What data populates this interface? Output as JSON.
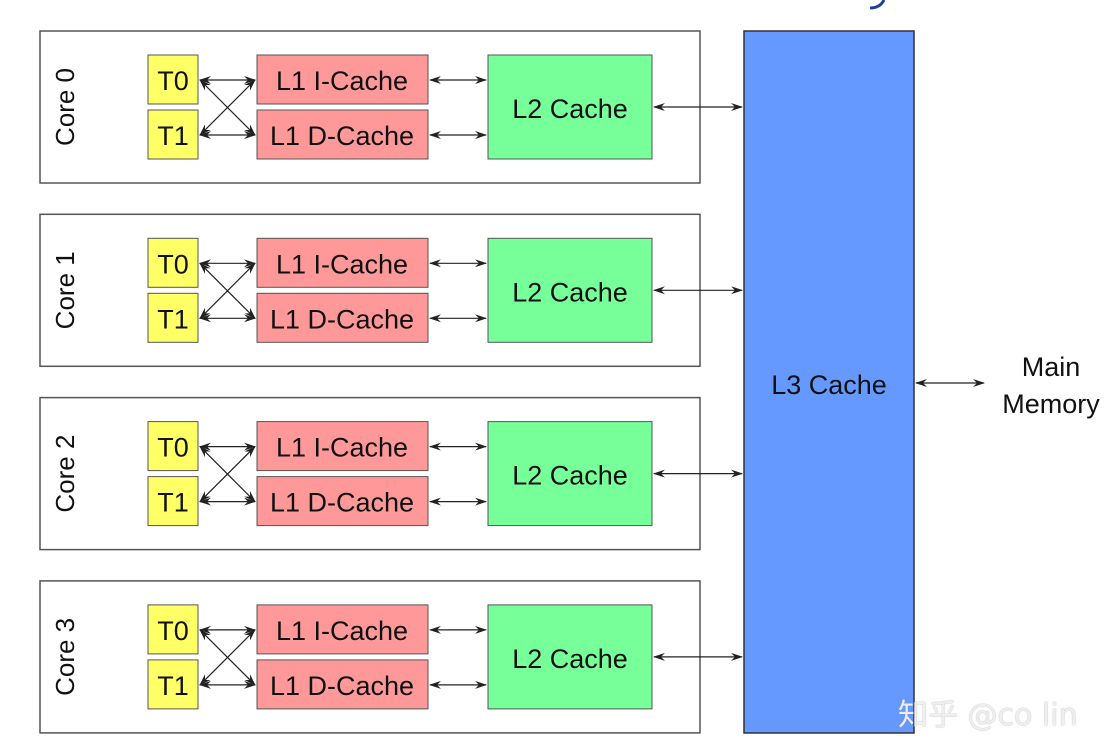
{
  "diagram": {
    "cores": [
      {
        "label": "Core 0",
        "threads": [
          "T0",
          "T1"
        ],
        "l1i": "L1 I-Cache",
        "l1d": "L1 D-Cache",
        "l2": "L2 Cache"
      },
      {
        "label": "Core 1",
        "threads": [
          "T0",
          "T1"
        ],
        "l1i": "L1 I-Cache",
        "l1d": "L1 D-Cache",
        "l2": "L2 Cache"
      },
      {
        "label": "Core 2",
        "threads": [
          "T0",
          "T1"
        ],
        "l1i": "L1 I-Cache",
        "l1d": "L1 D-Cache",
        "l2": "L2 Cache"
      },
      {
        "label": "Core 3",
        "threads": [
          "T0",
          "T1"
        ],
        "l1i": "L1 I-Cache",
        "l1d": "L1 D-Cache",
        "l2": "L2 Cache"
      }
    ],
    "l3": "L3 Cache",
    "main_memory": [
      "Main",
      "Memory"
    ],
    "colors": {
      "thread": "#ffff66",
      "l1": "#ff9999",
      "l2": "#77ff99",
      "l3": "#6699ff",
      "title_fragment": "#1f3fa0"
    }
  },
  "watermark": "知乎 @co lin"
}
